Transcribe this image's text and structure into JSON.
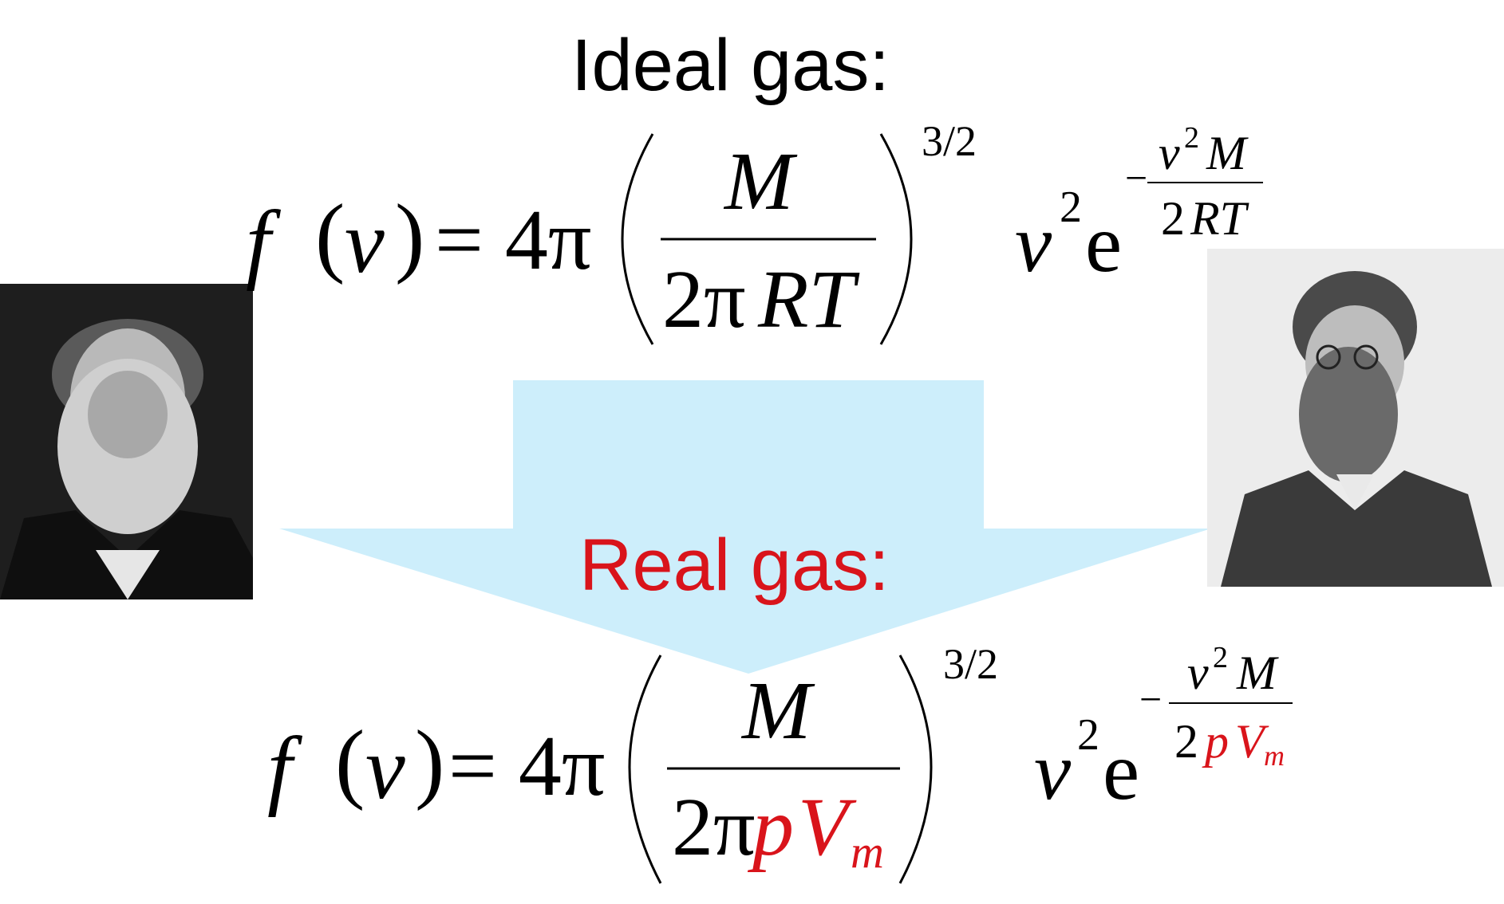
{
  "ideal": {
    "heading": "Ideal gas:",
    "f": "f",
    "v": "v",
    "equals_4pi": "= 4π",
    "num": "M",
    "den_2pi": "2π",
    "den_RT": "RT",
    "power": "3/2",
    "v2": "v",
    "sq": "2",
    "e": "e",
    "exp_minus": "−",
    "exp_num_v": "v",
    "exp_num_sq": "2",
    "exp_num_M": "M",
    "exp_den_2": "2",
    "exp_den_RT": "RT"
  },
  "real": {
    "heading": "Real gas:",
    "f": "f",
    "v": "v",
    "equals_4pi": "= 4π",
    "num": "M",
    "den_2pi": "2π",
    "den_p": "p",
    "den_V": "V",
    "den_m": "m",
    "power": "3/2",
    "v2": "v",
    "sq": "2",
    "e": "e",
    "exp_minus": "−",
    "exp_num_v": "v",
    "exp_num_sq": "2",
    "exp_num_M": "M",
    "exp_den_2": "2",
    "exp_den_p": "p",
    "exp_den_V": "V",
    "exp_den_m": "m"
  },
  "colors": {
    "arrow": "#cdeefb",
    "accent": "#d9141b"
  },
  "portraits": {
    "left": "portrait-bearded-man-left",
    "right": "portrait-bearded-man-glasses-right"
  }
}
